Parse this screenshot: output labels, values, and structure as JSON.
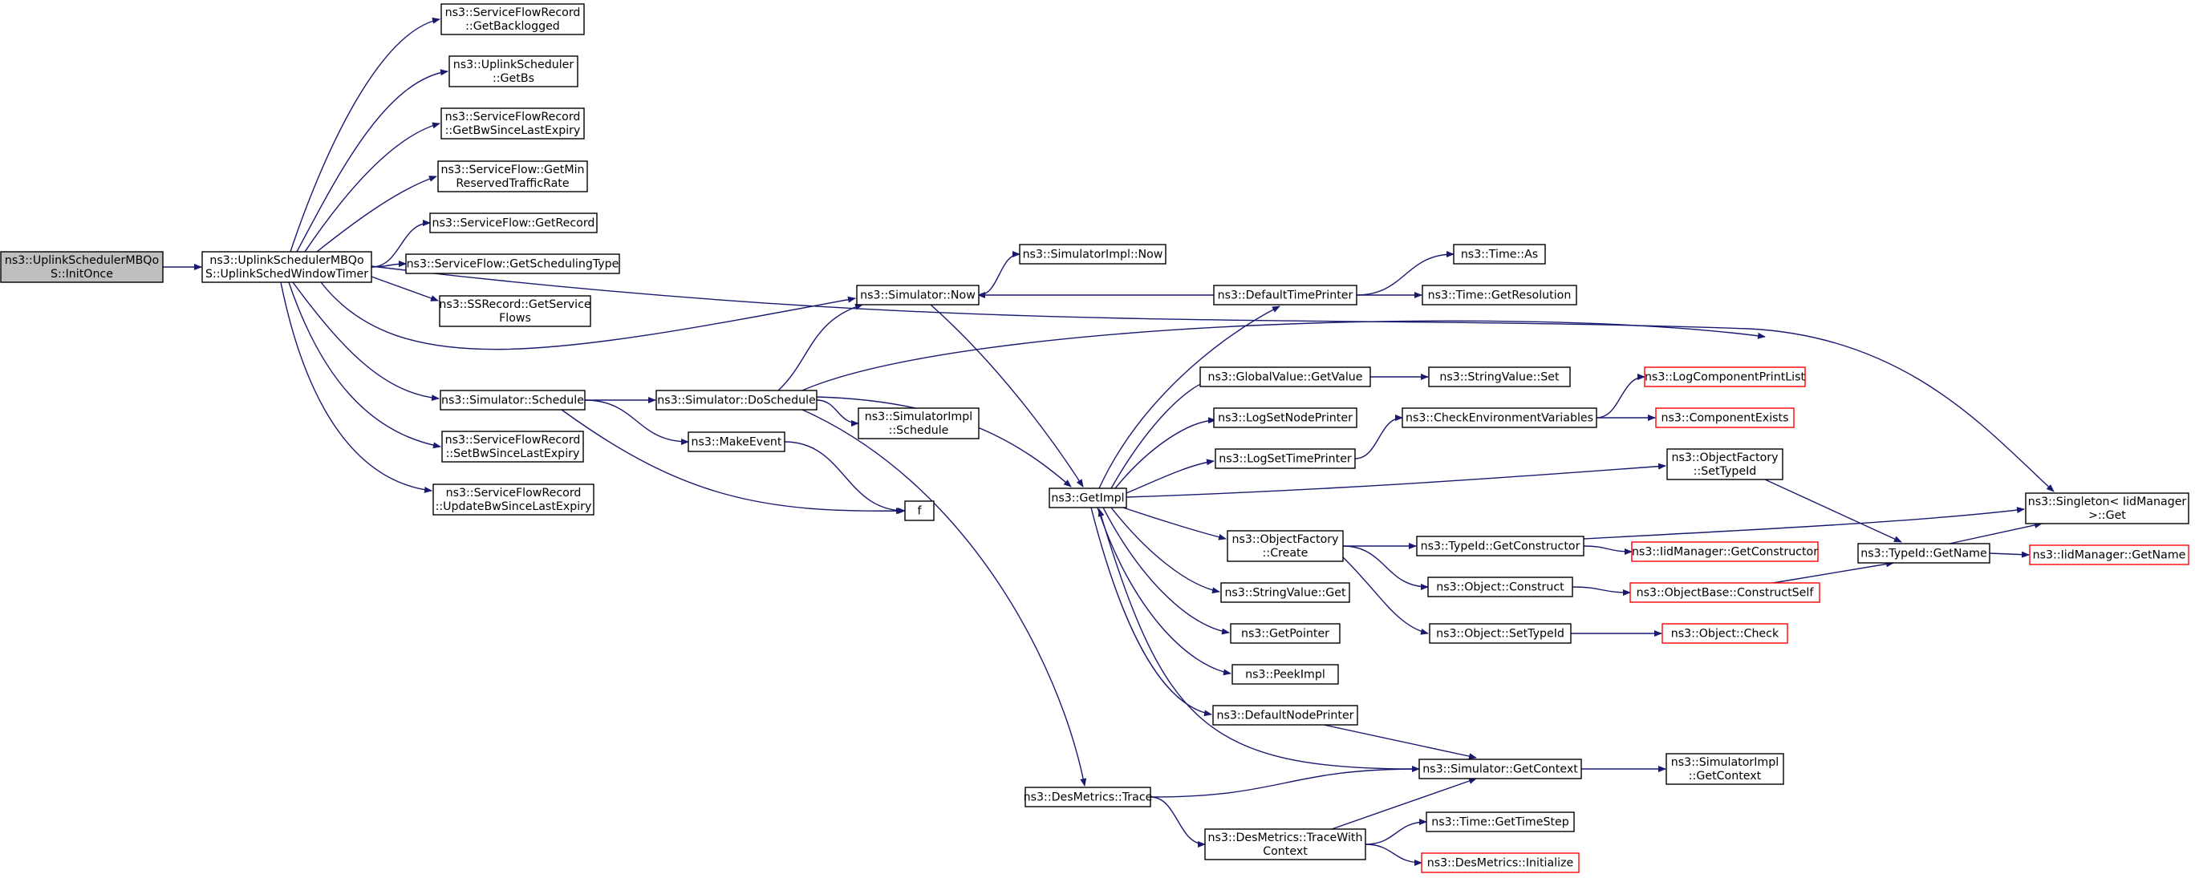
{
  "colors": {
    "edge": "#191970",
    "node_border": "#000000",
    "node_fill": "#ffffff",
    "root_fill": "#bfbfbf",
    "truncated_border": "#ff0000"
  },
  "nodes": {
    "init_once": {
      "lines": [
        "ns3::UplinkSchedulerMBQo",
        "S::InitOnce"
      ],
      "style": "root"
    },
    "sched_window_timer": {
      "lines": [
        "ns3::UplinkSchedulerMBQo",
        "S::UplinkSchedWindowTimer"
      ],
      "style": "normal"
    },
    "get_backlogged": {
      "lines": [
        "ns3::ServiceFlowRecord",
        "::GetBacklogged"
      ],
      "style": "normal"
    },
    "get_bs": {
      "lines": [
        "ns3::UplinkScheduler",
        "::GetBs"
      ],
      "style": "normal"
    },
    "get_bw_since_last": {
      "lines": [
        "ns3::ServiceFlowRecord",
        "::GetBwSinceLastExpiry"
      ],
      "style": "normal"
    },
    "get_min_reserved": {
      "lines": [
        "ns3::ServiceFlow::GetMin",
        "ReservedTrafficRate"
      ],
      "style": "normal"
    },
    "get_record": {
      "lines": [
        "ns3::ServiceFlow::GetRecord"
      ],
      "style": "normal"
    },
    "get_sched_type": {
      "lines": [
        "ns3::ServiceFlow::GetSchedulingType"
      ],
      "style": "normal"
    },
    "get_service_flows": {
      "lines": [
        "ns3::SSRecord::GetService",
        "Flows"
      ],
      "style": "normal"
    },
    "simulator_schedule": {
      "lines": [
        "ns3::Simulator::Schedule"
      ],
      "style": "normal"
    },
    "set_bw_since_last": {
      "lines": [
        "ns3::ServiceFlowRecord",
        "::SetBwSinceLastExpiry"
      ],
      "style": "normal"
    },
    "update_bw_since_last": {
      "lines": [
        "ns3::ServiceFlowRecord",
        "::UpdateBwSinceLastExpiry"
      ],
      "style": "normal"
    },
    "simulator_now": {
      "lines": [
        "ns3::Simulator::Now"
      ],
      "style": "normal"
    },
    "simimpl_now": {
      "lines": [
        "ns3::SimulatorImpl::Now"
      ],
      "style": "normal"
    },
    "do_schedule": {
      "lines": [
        "ns3::Simulator::DoSchedule"
      ],
      "style": "normal"
    },
    "make_event": {
      "lines": [
        "ns3::MakeEvent"
      ],
      "style": "normal"
    },
    "f": {
      "lines": [
        "f"
      ],
      "style": "normal"
    },
    "simimpl_schedule": {
      "lines": [
        "ns3::SimulatorImpl",
        "::Schedule"
      ],
      "style": "normal"
    },
    "get_impl": {
      "lines": [
        "ns3::GetImpl"
      ],
      "style": "normal"
    },
    "des_trace": {
      "lines": [
        "ns3::DesMetrics::Trace"
      ],
      "style": "normal"
    },
    "default_time_printer": {
      "lines": [
        "ns3::DefaultTimePrinter"
      ],
      "style": "normal"
    },
    "time_as": {
      "lines": [
        "ns3::Time::As"
      ],
      "style": "normal"
    },
    "time_get_resolution": {
      "lines": [
        "ns3::Time::GetResolution"
      ],
      "style": "normal"
    },
    "global_get_value": {
      "lines": [
        "ns3::GlobalValue::GetValue"
      ],
      "style": "normal"
    },
    "stringvalue_set": {
      "lines": [
        "ns3::StringValue::Set"
      ],
      "style": "normal"
    },
    "log_set_node_printer": {
      "lines": [
        "ns3::LogSetNodePrinter"
      ],
      "style": "normal"
    },
    "check_env_vars": {
      "lines": [
        "ns3::CheckEnvironmentVariables"
      ],
      "style": "normal"
    },
    "log_component_print": {
      "lines": [
        "ns3::LogComponentPrintList"
      ],
      "style": "truncated"
    },
    "component_exists": {
      "lines": [
        "ns3::ComponentExists"
      ],
      "style": "truncated"
    },
    "log_set_time_printer": {
      "lines": [
        "ns3::LogSetTimePrinter"
      ],
      "style": "normal"
    },
    "objfactory_set_typeid": {
      "lines": [
        "ns3::ObjectFactory",
        "::SetTypeId"
      ],
      "style": "normal"
    },
    "singleton_get": {
      "lines": [
        "ns3::Singleton< IidManager",
        " >::Get"
      ],
      "style": "normal"
    },
    "objfactory_create": {
      "lines": [
        "ns3::ObjectFactory",
        "::Create"
      ],
      "style": "normal"
    },
    "typeid_get_ctor": {
      "lines": [
        "ns3::TypeId::GetConstructor"
      ],
      "style": "normal"
    },
    "iid_get_ctor": {
      "lines": [
        "ns3::IidManager::GetConstructor"
      ],
      "style": "truncated"
    },
    "typeid_get_name": {
      "lines": [
        "ns3::TypeId::GetName"
      ],
      "style": "normal"
    },
    "iid_get_name": {
      "lines": [
        "ns3::IidManager::GetName"
      ],
      "style": "truncated"
    },
    "object_construct": {
      "lines": [
        "ns3::Object::Construct"
      ],
      "style": "normal"
    },
    "objbase_construct_self": {
      "lines": [
        "ns3::ObjectBase::ConstructSelf"
      ],
      "style": "truncated"
    },
    "stringvalue_get": {
      "lines": [
        "ns3::StringValue::Get"
      ],
      "style": "normal"
    },
    "object_set_typeid": {
      "lines": [
        "ns3::Object::SetTypeId"
      ],
      "style": "normal"
    },
    "object_check": {
      "lines": [
        "ns3::Object::Check"
      ],
      "style": "truncated"
    },
    "get_pointer": {
      "lines": [
        "ns3::GetPointer"
      ],
      "style": "normal"
    },
    "peek_impl": {
      "lines": [
        "ns3::PeekImpl"
      ],
      "style": "normal"
    },
    "default_node_printer": {
      "lines": [
        "ns3::DefaultNodePrinter"
      ],
      "style": "normal"
    },
    "simulator_get_context": {
      "lines": [
        "ns3::Simulator::GetContext"
      ],
      "style": "normal"
    },
    "simimpl_get_context": {
      "lines": [
        "ns3::SimulatorImpl",
        "::GetContext"
      ],
      "style": "normal"
    },
    "des_trace_with_ctx": {
      "lines": [
        "ns3::DesMetrics::TraceWith",
        "Context"
      ],
      "style": "normal"
    },
    "time_get_timestep": {
      "lines": [
        "ns3::Time::GetTimeStep"
      ],
      "style": "normal"
    },
    "des_initialize": {
      "lines": [
        "ns3::DesMetrics::Initialize"
      ],
      "style": "truncated"
    }
  },
  "edges": [
    [
      "init_once",
      "sched_window_timer"
    ],
    [
      "sched_window_timer",
      "get_backlogged"
    ],
    [
      "sched_window_timer",
      "get_bs"
    ],
    [
      "sched_window_timer",
      "get_bw_since_last"
    ],
    [
      "sched_window_timer",
      "get_min_reserved"
    ],
    [
      "sched_window_timer",
      "get_record"
    ],
    [
      "sched_window_timer",
      "get_sched_type"
    ],
    [
      "sched_window_timer",
      "get_service_flows"
    ],
    [
      "sched_window_timer",
      "simulator_now"
    ],
    [
      "sched_window_timer",
      "simulator_schedule"
    ],
    [
      "sched_window_timer",
      "set_bw_since_last"
    ],
    [
      "sched_window_timer",
      "update_bw_since_last"
    ],
    [
      "sched_window_timer",
      "singleton_get"
    ],
    [
      "simulator_now",
      "simimpl_now"
    ],
    [
      "simulator_now",
      "get_impl"
    ],
    [
      "simulator_schedule",
      "do_schedule"
    ],
    [
      "simulator_schedule",
      "make_event"
    ],
    [
      "simulator_schedule",
      "f"
    ],
    [
      "do_schedule",
      "simulator_now"
    ],
    [
      "do_schedule",
      "simimpl_schedule"
    ],
    [
      "do_schedule",
      "get_impl"
    ],
    [
      "do_schedule",
      "des_trace"
    ],
    [
      "do_schedule",
      "singleton_get"
    ],
    [
      "make_event",
      "f"
    ],
    [
      "get_impl",
      "default_time_printer"
    ],
    [
      "get_impl",
      "global_get_value"
    ],
    [
      "get_impl",
      "log_set_node_printer"
    ],
    [
      "get_impl",
      "log_set_time_printer"
    ],
    [
      "get_impl",
      "objfactory_set_typeid"
    ],
    [
      "get_impl",
      "objfactory_create"
    ],
    [
      "get_impl",
      "stringvalue_get"
    ],
    [
      "get_impl",
      "get_pointer"
    ],
    [
      "get_impl",
      "peek_impl"
    ],
    [
      "get_impl",
      "default_node_printer"
    ],
    [
      "simulator_get_context",
      "get_impl"
    ],
    [
      "default_time_printer",
      "simulator_now"
    ],
    [
      "default_time_printer",
      "time_as"
    ],
    [
      "default_time_printer",
      "time_get_resolution"
    ],
    [
      "global_get_value",
      "stringvalue_set"
    ],
    [
      "log_set_time_printer",
      "check_env_vars"
    ],
    [
      "check_env_vars",
      "log_component_print"
    ],
    [
      "check_env_vars",
      "component_exists"
    ],
    [
      "objfactory_set_typeid",
      "typeid_get_name"
    ],
    [
      "objfactory_create",
      "typeid_get_ctor"
    ],
    [
      "objfactory_create",
      "object_construct"
    ],
    [
      "objfactory_create",
      "object_set_typeid"
    ],
    [
      "typeid_get_ctor",
      "singleton_get"
    ],
    [
      "typeid_get_ctor",
      "iid_get_ctor"
    ],
    [
      "typeid_get_name",
      "singleton_get"
    ],
    [
      "typeid_get_name",
      "iid_get_name"
    ],
    [
      "object_construct",
      "objbase_construct_self"
    ],
    [
      "objbase_construct_self",
      "typeid_get_name"
    ],
    [
      "object_set_typeid",
      "object_check"
    ],
    [
      "default_node_printer",
      "simulator_get_context"
    ],
    [
      "simulator_get_context",
      "simimpl_get_context"
    ],
    [
      "des_trace",
      "simulator_get_context"
    ],
    [
      "des_trace",
      "des_trace_with_ctx"
    ],
    [
      "des_trace_with_ctx",
      "simulator_get_context"
    ],
    [
      "des_trace_with_ctx",
      "time_get_timestep"
    ],
    [
      "des_trace_with_ctx",
      "des_initialize"
    ]
  ]
}
